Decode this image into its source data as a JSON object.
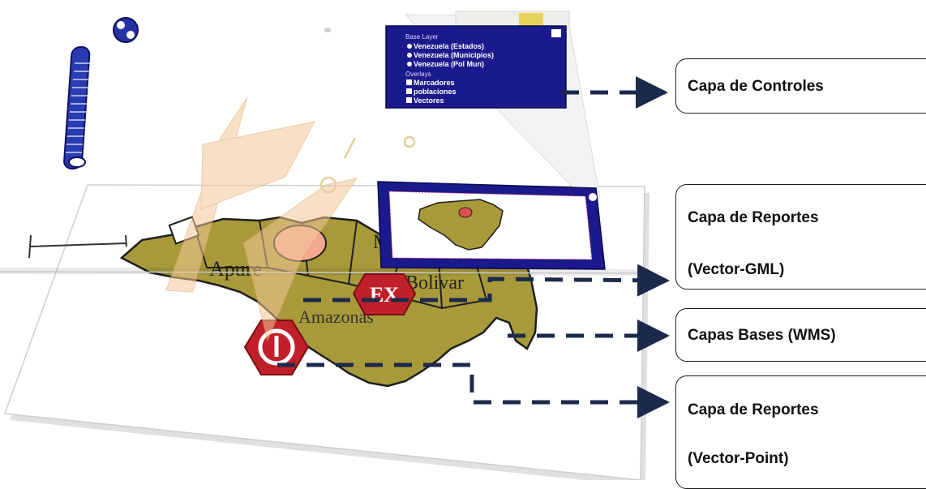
{
  "callouts": {
    "controls": "Capa de Controles",
    "gml": [
      "Capa de Reportes",
      "(Vector-GML)"
    ],
    "wms": "Capas Bases (WMS)",
    "point": [
      "Capa de Reportes",
      "(Vector-Point)"
    ]
  },
  "control_panel": {
    "base_layers_title": "Base Layer",
    "base_layers": [
      "Venezuela (Estados)",
      "Venezuela (Municipios)",
      "Venezuela (Pol Mun)"
    ],
    "overlays_title": "Overlays",
    "overlays": [
      "Marcadores",
      "poblaciones",
      "Vectores"
    ]
  },
  "map_labels": {
    "apure": "Apure",
    "amazonas": "Amazonas",
    "bolivar": "Bolivar",
    "monagas_abbr": "M",
    "marker_ex": "EX",
    "marker_o": "O"
  },
  "colors": {
    "panel_blue": "#1a1a8c",
    "map_fill": "#a89a3a",
    "map_border": "#1e1e1e",
    "report_fill": "#f3c89a",
    "marker_red": "#c0202a",
    "leader": "#1b2a4a"
  }
}
